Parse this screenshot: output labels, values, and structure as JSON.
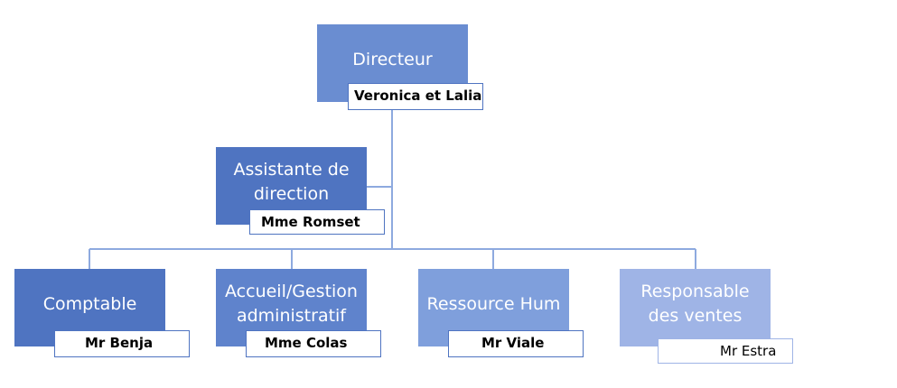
{
  "chart": {
    "root": {
      "role": "Directeur",
      "name": "Veronica et Lalia"
    },
    "assistant": {
      "role": "Assistante de direction",
      "name": "Mme Romset"
    },
    "departments": [
      {
        "role": "Comptable",
        "name": "Mr Benja"
      },
      {
        "role": "Accueil/Gestion administratif",
        "name": "Mme Colas"
      },
      {
        "role": "Ressource Hum",
        "name": "Mr Viale"
      },
      {
        "role": "Responsable des ventes",
        "name": "Mr Estra"
      }
    ]
  },
  "colors": {
    "box_dark": "#4f74c1",
    "box_mid": "#5f83cc",
    "box_light": "#7f9fdc",
    "box_lighter": "#9fb4e6",
    "connector": "#7f9fdc"
  }
}
